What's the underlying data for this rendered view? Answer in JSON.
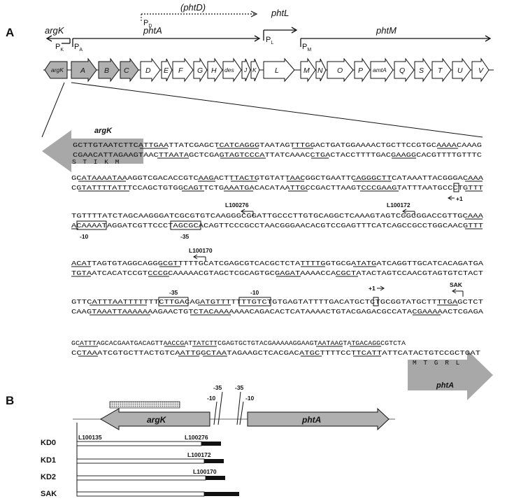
{
  "panels": {
    "a": "A",
    "b": "B"
  },
  "operons": {
    "phtD": "(phtD)",
    "phtL": "phtL",
    "argK": "argK",
    "phtA": "phtA",
    "phtM": "phtM"
  },
  "promoters": {
    "PD": {
      "main": "P",
      "sub": "D"
    },
    "PK": {
      "main": "P",
      "sub": "K"
    },
    "PA": {
      "main": "P",
      "sub": "A"
    },
    "PL": {
      "main": "P",
      "sub": "L"
    },
    "PM": {
      "main": "P",
      "sub": "M"
    }
  },
  "genes": [
    "argK",
    "A",
    "B",
    "C",
    "D",
    "E",
    "F",
    "G",
    "H",
    "des",
    "J",
    "K",
    "L",
    "M",
    "N",
    "O",
    "P",
    "amtA",
    "Q",
    "S",
    "T",
    "U",
    "V"
  ],
  "sequence": {
    "argk_label": "argK",
    "phta_label": "phtA",
    "aa_argk": "S  T  I  K  M",
    "aa_phta": "M  T  G  R  L",
    "lines": [
      "GCTTGTAATCTTCATTGAATTATCGAGCTCATCAGGGTAATAGTTTGGACTGATGGAAAACTGCTTCCGTGCAAAACAAAG",
      "CGAACATTAGAAGTAACTTAATAGCTCGAGTAGTCCCATTATCAAACCTGACTACCTTTTGACGAAGGCACGTTTTGTTTC",
      "GCATAAAATAAAGGTCGACACCGTCAAGACTTTACTGTGTATTAACGGCTGAATTCAGGGCTTCATAAATTACGGGACAAA",
      "CGTATTTTATTTCCAGCTGTGGCAGTTCTGAAATGACACATAATTGCCGACTTAAGTCCCGAAGTATTTAATGCCCTGTTT",
      "TGTTTTATCTAGCAAGGGATCGCGTGTCAAGGGCGGATTGCCCTTGTGCAGGCTCAAAGTAGTCGGCGGACCGTTGCAAA",
      "ACAAAATAGGATCGTTCCCTAGCGCACAGTTCCCGCCTAACGGGAACACGTCCGAGTTTCATCAGCCGCCTGGCAACGTTT",
      "ACATTAGTGTAGGCAGGGCGTTTTTGCATCGAGCGTCACGCTCTATTTTGGTGCGATATGATCAGGTTGCATCACAGATGA",
      "TGTAATCACATCCGTCCCGCAAAAACGTAGCTCGCAGTGCGAGATAAAACCACGCTATACTAGTCCAACGTAGTGTCTACT",
      "GTTCATTTAATTTTTTTCTTGACAGATGTTTTTTTGTCTGTGAGTATTTTGACATGCTCTGCGGTATGCTTTTGAGCTCT",
      "CAAGTAAATTAAAAAAAGAACTGTCTACAAAAAAACAGACACTCATAAAACTGTACGAGACGCCATACGAAAAACTCGAGA",
      "GCATTTAGCACGAATGACAGTTAACCGATTATCTTCGAGTGCTGTACGAAAAAGGAAGTAATAAGTATGACAGGCGTCTA",
      "CCTAAATCGTGCTTACTGTCAATTGGCTAATAGAAGCTCACGACATGCTTTTCCTTCATTATTCATACTGTCCGCTGAT"
    ],
    "markers": {
      "L100276": "L100276",
      "L100172": "L100172",
      "L100170": "L100170",
      "SAK": "SAK",
      "m10a": "-10",
      "m35a": "-35",
      "m35b": "-35",
      "m10b": "-10",
      "plus1a": "+1",
      "plus1b": "+1"
    }
  },
  "panel_b": {
    "m35a": "-35",
    "m10a": "-10",
    "m35b": "-35",
    "m10b": "-10",
    "argK": "argK",
    "phtA": "phtA",
    "constructs": [
      {
        "name": "KD0",
        "left_label": "L100135",
        "right_label": "L100276"
      },
      {
        "name": "KD1",
        "left_label": "",
        "right_label": "L100172"
      },
      {
        "name": "KD2",
        "left_label": "",
        "right_label": "L100170"
      },
      {
        "name": "SAK",
        "left_label": "",
        "right_label": ""
      }
    ]
  },
  "colors": {
    "shaded_arrow": "#a8a8a8",
    "gene_shaded": "#b0b0b0",
    "ink": "#111111"
  }
}
